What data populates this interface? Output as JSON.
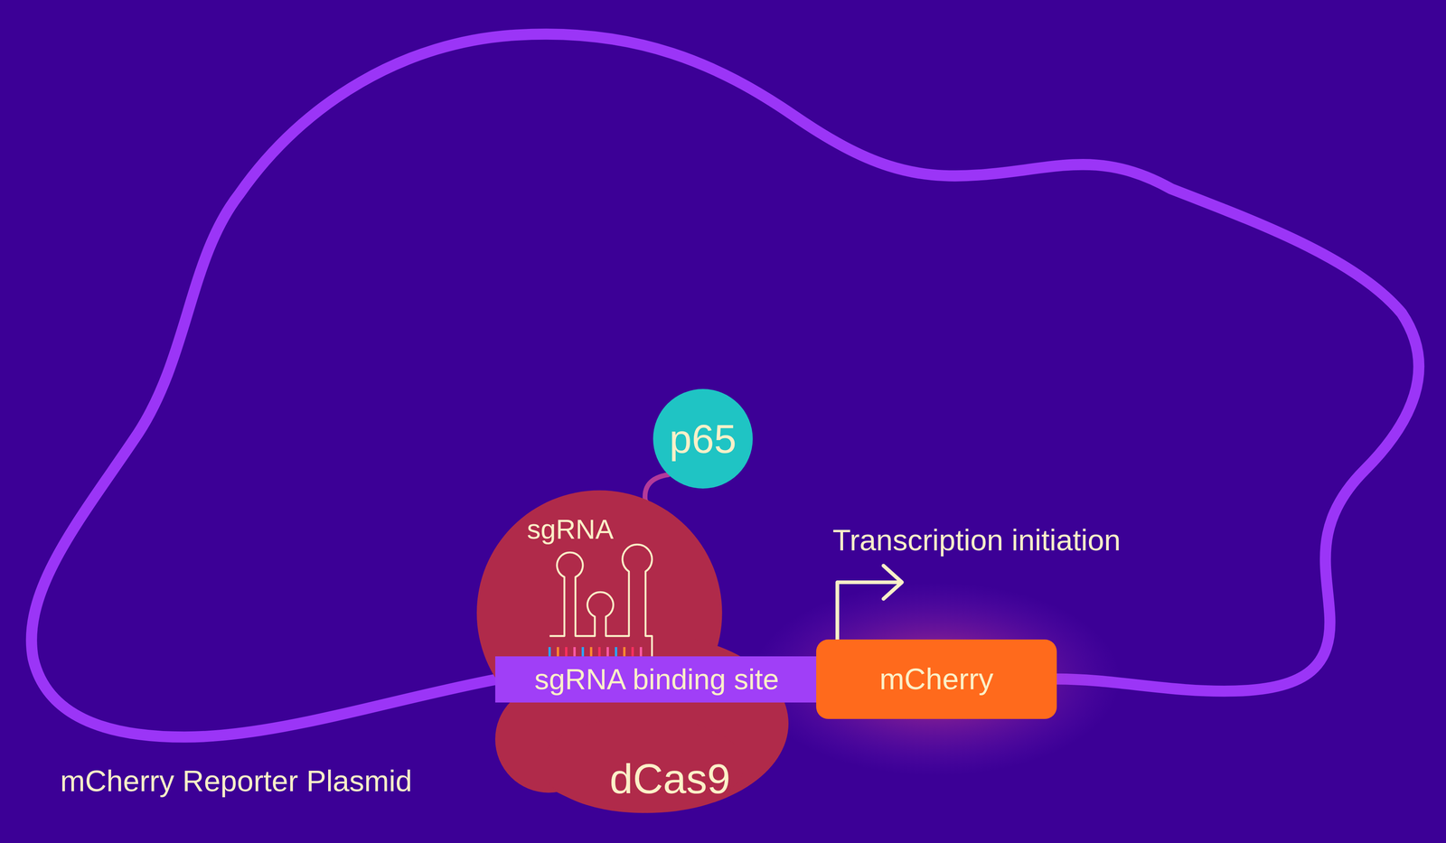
{
  "diagram": {
    "nodes": [
      {
        "text": [
          "p65"
        ]
      },
      {
        "text": [
          "sgRNA",
          "dCas9"
        ]
      },
      {
        "text": [
          "sgRNA binding site"
        ]
      },
      {
        "text": [
          "mCherry"
        ]
      }
    ],
    "edges": [
      {
        "from": 0,
        "to": 1,
        "arrow": "none"
      }
    ],
    "labels": [
      "Transcription initiation",
      "mCherry Reporter Plasmid"
    ]
  }
}
